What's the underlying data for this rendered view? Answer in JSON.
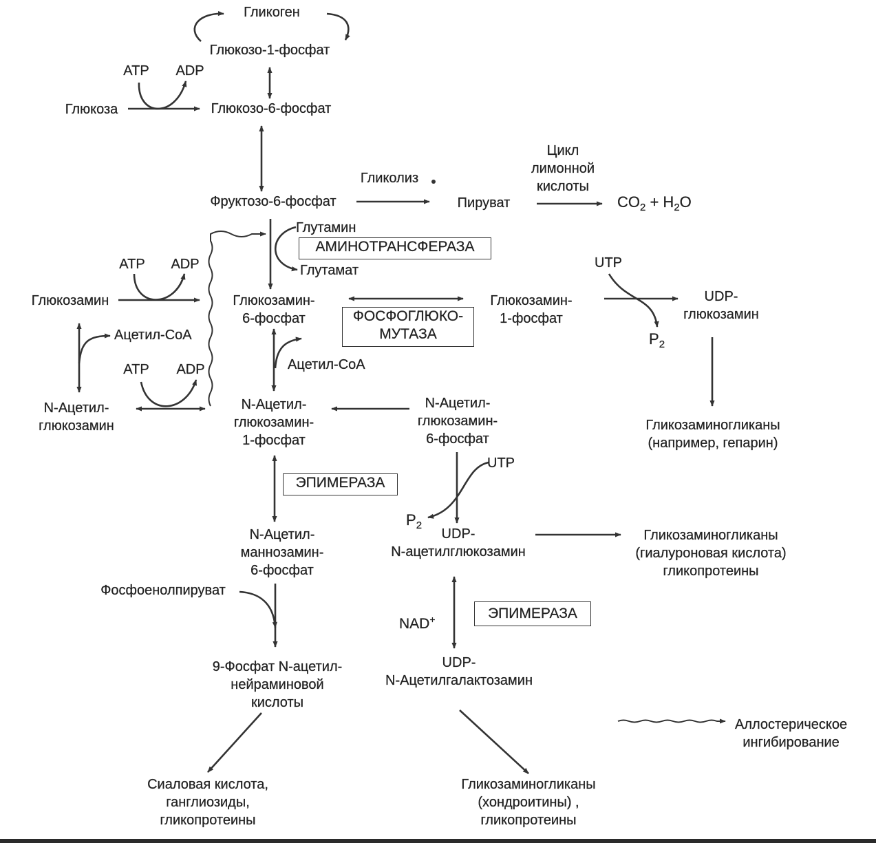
{
  "nodes": {
    "glycogen": "Гликоген",
    "g1p": "Глюкозо-1-фосфат",
    "atp1": "ATP",
    "adp1": "ADP",
    "glucose": "Глюкоза",
    "g6p": "Глюкозо-6-фосфат",
    "citric_cycle": [
      "Цикл",
      "лимонной",
      "кислоты"
    ],
    "glycolysis": "Гликолиз",
    "f6p": "Фруктозо-6-фосфат",
    "pyruvate": "Пируват",
    "co2_h2o": {
      "a": "CO",
      "b": "2",
      "c": " + H",
      "d": "2",
      "e": "O"
    },
    "glutamine": "Глутамин",
    "glutamate": "Глутамат",
    "atp2": "ATP",
    "adp2": "ADP",
    "glucosamine": "Глюкозамин",
    "glcn6p": [
      "Глюкозамин-",
      "6-фосфат"
    ],
    "glcn1p": [
      "Глюкозамин-",
      "1-фосфат"
    ],
    "utp1": "UTP",
    "udp_glcn": [
      "UDP-",
      "глюкозамин"
    ],
    "p2_a": {
      "a": "P",
      "b": "2"
    },
    "acetyl_coa1": "Ацетил-CoA",
    "acetyl_coa2": "Ацетил-CoA",
    "atp3": "ATP",
    "adp3": "ADP",
    "nacetyl_glcn": [
      "N-Ацетил-",
      "глюкозамин"
    ],
    "glcnac1p": [
      "N-Ацетил-",
      "глюкозамин-",
      "1-фосфат"
    ],
    "glcnac6p": [
      "N-Ацетил-",
      "глюкозамин-",
      "6-фосфат"
    ],
    "gag_heparin": [
      "Гликозаминогликаны",
      "(например, гепарин)"
    ],
    "utp2": "UTP",
    "p2_b": {
      "a": "P",
      "b": "2"
    },
    "mannac6p": [
      "N-Ацетил-",
      "маннозамин-",
      "6-фосфат"
    ],
    "udp_glcnac": [
      "UDP-",
      "N-ацетилглюкозамин"
    ],
    "gag_hyaluronic": [
      "Гликозаминогликаны",
      "(гиалуроновая кислота)",
      "гликопротеины"
    ],
    "pep": "Фосфоенолпируват",
    "nad": {
      "a": "NAD",
      "b": "+"
    },
    "neuac9p": [
      "9-Фосфат N-ацетил-",
      "нейраминовой",
      "кислоты"
    ],
    "udp_galnac": [
      "UDP-",
      "N-Ацетилгалактозамин"
    ],
    "sialic": [
      "Сиаловая кислота,",
      "ганглиозиды,",
      "гликопротеины"
    ],
    "gag_chondroitin": [
      "Гликозаминогликаны",
      "(хондроитины) ,",
      "гликопротеины"
    ]
  },
  "enzymes": {
    "aminotransferase": "АМИНОТРАНСФЕРАЗА",
    "phosphoglucomutase": [
      "ФОСФОГЛЮКО-",
      "МУТАЗА"
    ],
    "epimerase1": "ЭПИМЕРАЗА",
    "epimerase2": "ЭПИМЕРАЗА"
  },
  "legend": {
    "label": [
      "Аллостерическое",
      "ингибирование"
    ]
  },
  "colors": {
    "ink": "#222222",
    "arrow": "#333333",
    "background": "#ffffff"
  }
}
